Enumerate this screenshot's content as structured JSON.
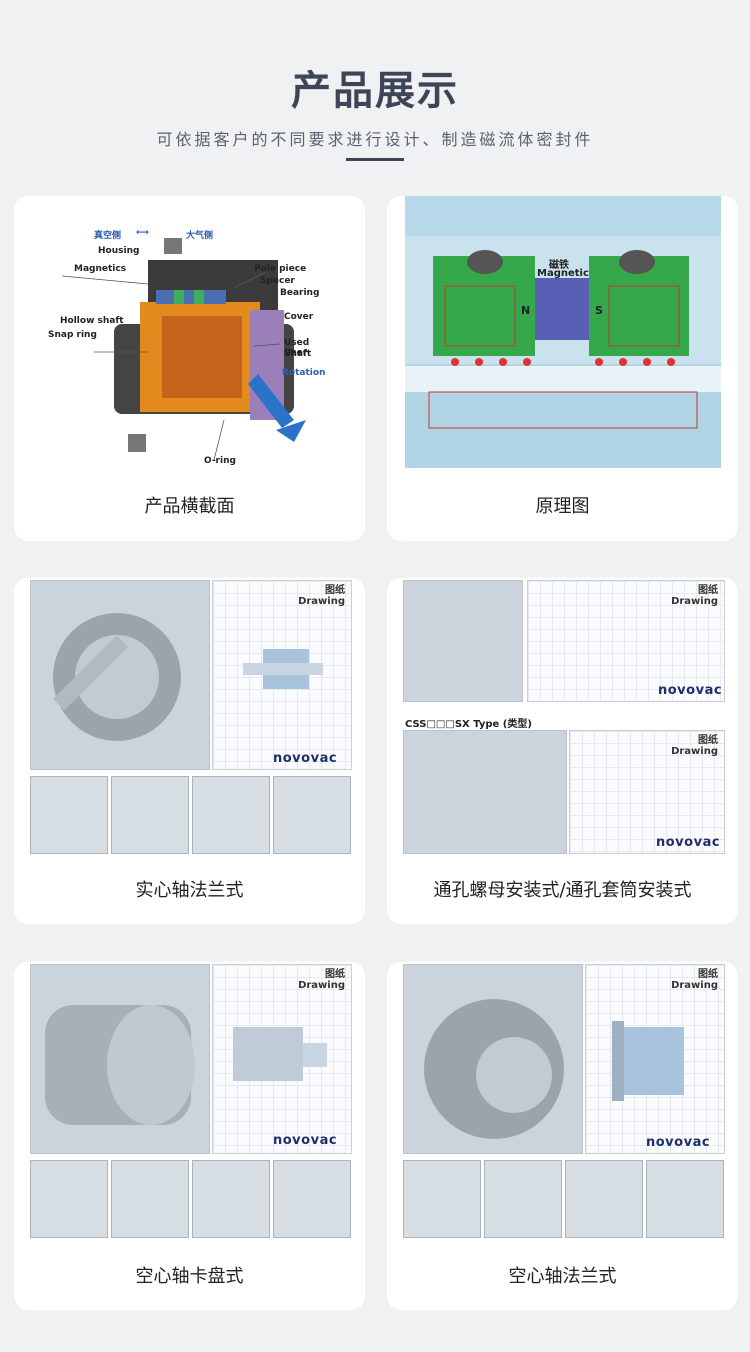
{
  "header": {
    "title": "产品展示",
    "subtitle": "可依据客户的不同要求进行设计、制造磁流体密封件"
  },
  "cards": {
    "c1": {
      "caption": "产品横截面",
      "labels": {
        "vacuum_side": "真空侧",
        "atmosphere_side": "大气侧",
        "housing": "Housing",
        "magnetics": "Magnetics",
        "pole_piece": "Pole piece",
        "spacer": "Spacer",
        "bearing": "Bearing",
        "hollow_shaft": "Hollow shaft",
        "snap_ring": "Snap ring",
        "cover": "Cover",
        "used_user_shaft_1": "Used User",
        "used_user_shaft_2": "Shaft",
        "rotation": "Rotation",
        "o_ring": "O-ring"
      }
    },
    "c2": {
      "caption": "原理图",
      "labels": {
        "magnet_cn": "磁铁",
        "magnet_en": "Magnetic",
        "n": "N",
        "s": "S"
      }
    },
    "c3": {
      "caption": "实心轴法兰式",
      "drawing_cn": "图纸",
      "drawing_en": "Drawing",
      "logo": "novovac"
    },
    "c4": {
      "caption": "通孔螺母安装式/通孔套筒安装式",
      "drawing_cn": "图纸",
      "drawing_en": "Drawing",
      "logo": "novovac",
      "type_label": "CSS□□□SX Type (类型)"
    },
    "c5": {
      "caption": "空心轴卡盘式",
      "drawing_cn": "图纸",
      "drawing_en": "Drawing",
      "logo": "novovac"
    },
    "c6": {
      "caption": "空心轴法兰式",
      "drawing_cn": "图纸",
      "drawing_en": "Drawing",
      "logo": "novovac"
    }
  }
}
